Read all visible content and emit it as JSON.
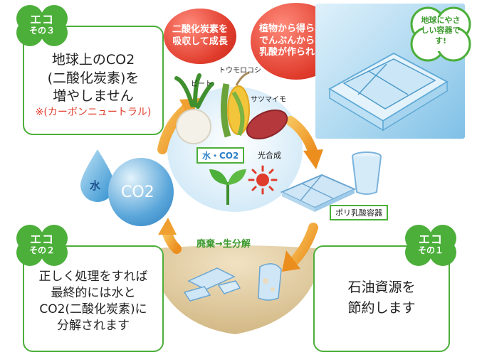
{
  "panels": {
    "eco3": {
      "badge_title": "エコ",
      "badge_sub": "その３",
      "line1": "地球上のCO2",
      "line2": "(二酸化炭素)を",
      "line3": "増やしません",
      "note_mark": "※",
      "note": "(カーボンニュートラル)"
    },
    "eco2": {
      "badge_title": "エコ",
      "badge_sub": "その２",
      "line1": "正しく処理をすれば",
      "line2": "最終的には水と",
      "line3": "CO2(二酸化炭素)に",
      "line4": "分解されます"
    },
    "eco1": {
      "badge_title": "エコ",
      "badge_sub": "その１",
      "line1": "石油資源を",
      "line2": "節約します"
    }
  },
  "bubbles": {
    "co2_absorb": "二酸化炭素を吸収して成長",
    "starch": "植物から得られるでんぷんからポリ乳酸が作られます",
    "earth_friendly": "地球にやさしい容器です!"
  },
  "labels": {
    "water_drop": "水",
    "co2_drop": "CO2",
    "beet": "ビート",
    "corn": "トウモロコシ",
    "sweet_potato": "サツマイモ",
    "water_co2": "水・CO2",
    "photosynthesis": "光合成",
    "pla_container": "ポリ乳酸容器",
    "decompose": "廃棄→生分解"
  },
  "colors": {
    "green": "#4caf3a",
    "red": "#e03c2c",
    "blue": "#2a7fc8",
    "orange": "#f0a030",
    "soil": "#d9c29a"
  }
}
